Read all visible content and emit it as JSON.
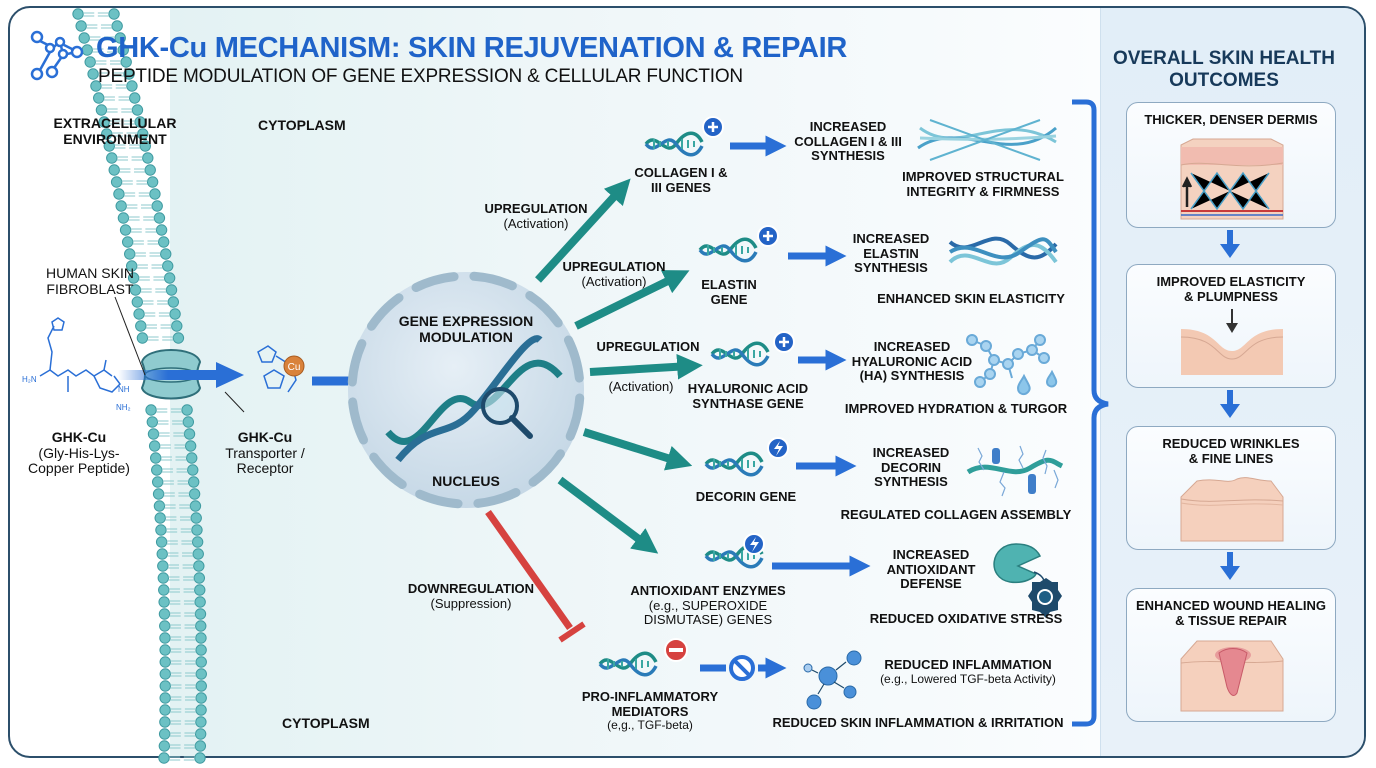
{
  "header": {
    "logo_icon": "molecule-network-icon",
    "title": "GHK-Cu MECHANISM: SKIN REJUVENATION & REPAIR",
    "subtitle": "PEPTIDE MODULATION OF GENE EXPRESSION & CELLULAR FUNCTION"
  },
  "colors": {
    "title_blue": "#1f63c9",
    "teal_arrow": "#1e8c86",
    "blue_arrow": "#2a6fd6",
    "red_arrow": "#d6423f",
    "membrane_teal": "#6cc1c4",
    "panel_title": "#17395a"
  },
  "regions": {
    "extracellular": [
      "EXTRACELLULAR",
      "ENVIRONMENT"
    ],
    "cytoplasm_top": "CYTOPLASM",
    "cytoplasm_bottom": "CYTOPLASM"
  },
  "entry": {
    "fibroblast_label": [
      "HUMAN SKIN",
      "FIBROBLAST"
    ],
    "peptide": {
      "name": "GHK-Cu",
      "desc": [
        "(Gly-His-Lys-",
        "Copper Peptide)"
      ]
    },
    "transporter": {
      "name": "GHK-Cu",
      "desc": [
        "Transporter /",
        "Receptor"
      ]
    },
    "copper_label": "Cu"
  },
  "nucleus": {
    "title": [
      "GENE EXPRESSION",
      "MODULATION"
    ],
    "label": "NUCLEUS"
  },
  "pathways": [
    {
      "regulation": "UPREGULATION",
      "regulation_sub": "(Activation)",
      "badge": "plus",
      "gene": [
        "COLLAGEN I &",
        "III GENES"
      ],
      "effect": [
        "INCREASED",
        "COLLAGEN I & III",
        "SYNTHESIS"
      ],
      "outcome": [
        "IMPROVED STRUCTURAL",
        "INTEGRITY & FIRMNESS"
      ],
      "illustration": "collagen-fibers-icon"
    },
    {
      "regulation": "UPREGULATION",
      "regulation_sub": "(Activation)",
      "badge": "plus",
      "gene": [
        "ELASTIN",
        "GENE"
      ],
      "effect": [
        "INCREASED",
        "ELASTIN",
        "SYNTHESIS"
      ],
      "outcome": [
        "ENHANCED SKIN ELASTICITY"
      ],
      "illustration": "elastin-fibers-icon"
    },
    {
      "regulation": "UPREGULATION",
      "regulation_sub": "(Activation)",
      "badge": "plus",
      "gene": [
        "HYALURONIC ACID",
        "SYNTHASE GENE"
      ],
      "effect": [
        "INCREASED",
        "HYALURONIC ACID",
        "(HA) SYNTHESIS"
      ],
      "outcome": [
        "IMPROVED HYDRATION & TURGOR"
      ],
      "illustration": "hyaluronic-molecule-icon"
    },
    {
      "regulation": "",
      "regulation_sub": "",
      "badge": "bolt",
      "gene": [
        "DECORIN GENE"
      ],
      "effect": [
        "INCREASED",
        "DECORIN",
        "SYNTHESIS"
      ],
      "outcome": [
        "REGULATED COLLAGEN ASSEMBLY"
      ],
      "illustration": "decorin-proteoglycan-icon"
    },
    {
      "regulation": "",
      "regulation_sub": "",
      "badge": "bolt",
      "gene": [
        "ANTIOXIDANT ENZYMES",
        "(e.g., SUPEROXIDE",
        "DISMUTASE) GENES"
      ],
      "effect": [
        "INCREASED",
        "ANTIOXIDANT",
        "DEFENSE"
      ],
      "outcome": [
        "REDUCED OXIDATIVE STRESS"
      ],
      "illustration": "enzyme-pacman-icon"
    },
    {
      "regulation": "DOWNREGULATION",
      "regulation_sub": "(Suppression)",
      "badge": "minus",
      "gene": [
        "PRO-INFLAMMATORY",
        "MEDIATORS",
        "(e,g., TGF-beta)"
      ],
      "effect": [
        "REDUCED INFLAMMATION",
        "(e.g., Lowered TGF-beta Activity)"
      ],
      "outcome": [
        "REDUCED SKIN INFLAMMATION & IRRITATION"
      ],
      "illustration": "cytokine-network-icon"
    }
  ],
  "outcomes_panel": {
    "title": [
      "OVERALL SKIN HEALTH",
      "OUTCOMES"
    ],
    "cards": [
      {
        "label": [
          "THICKER, DENSER DERMIS"
        ],
        "illustration": "dense-dermis-icon"
      },
      {
        "label": [
          "IMPROVED ELASTICITY",
          "& PLUMPNESS"
        ],
        "illustration": "elastic-skin-icon"
      },
      {
        "label": [
          "REDUCED WRINKLES",
          "& FINE LINES"
        ],
        "illustration": "smooth-skin-icon"
      },
      {
        "label": [
          "ENHANCED WOUND HEALING",
          "& TISSUE REPAIR"
        ],
        "illustration": "wound-healing-icon"
      }
    ]
  }
}
